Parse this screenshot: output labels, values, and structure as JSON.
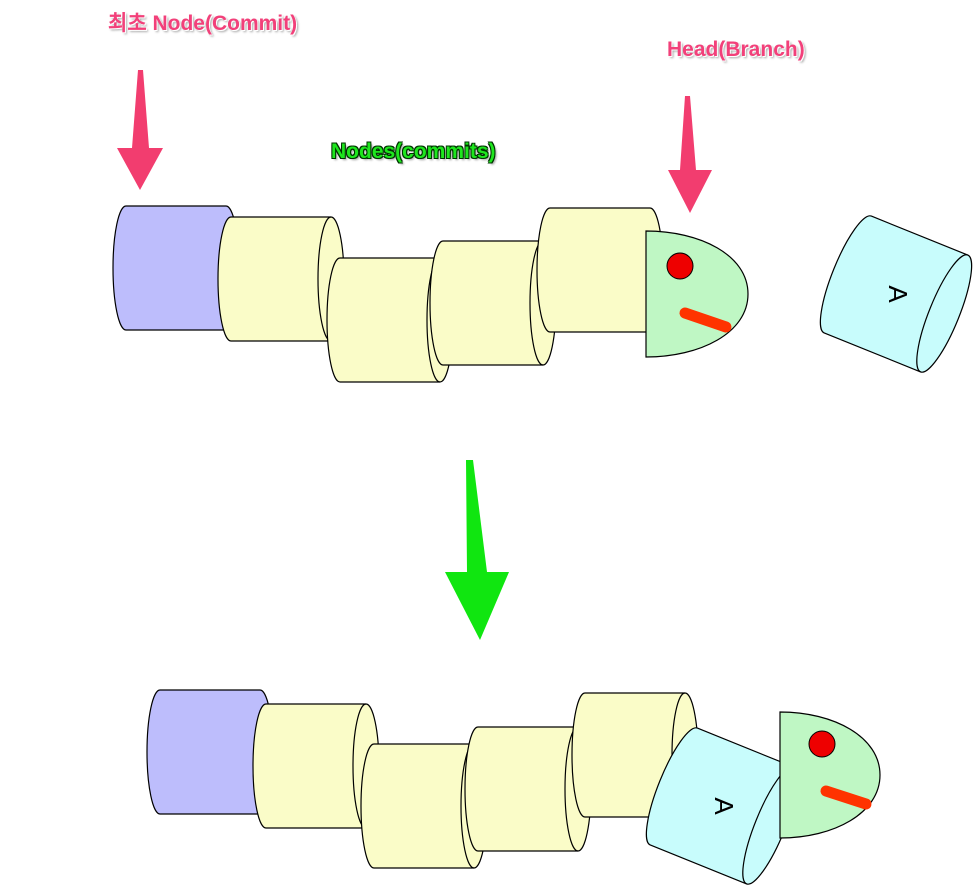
{
  "labels": {
    "first_node": "최초 Node(Commit)",
    "head": "Head(Branch)",
    "nodes": "Nodes(commits)"
  },
  "node_letter": "A",
  "colors": {
    "first_node_fill": "#bdbdfc",
    "commit_fill": "#fafcc8",
    "head_fill": "#bff7c4",
    "floating_node_fill": "#c8fcfc",
    "label_pink": "#f2407a",
    "arrow_pink": "#f23d6f",
    "label_green": "#1ee61e",
    "arrow_green": "#10e610",
    "eye": "#ee0000",
    "mouth": "#ff3300"
  }
}
